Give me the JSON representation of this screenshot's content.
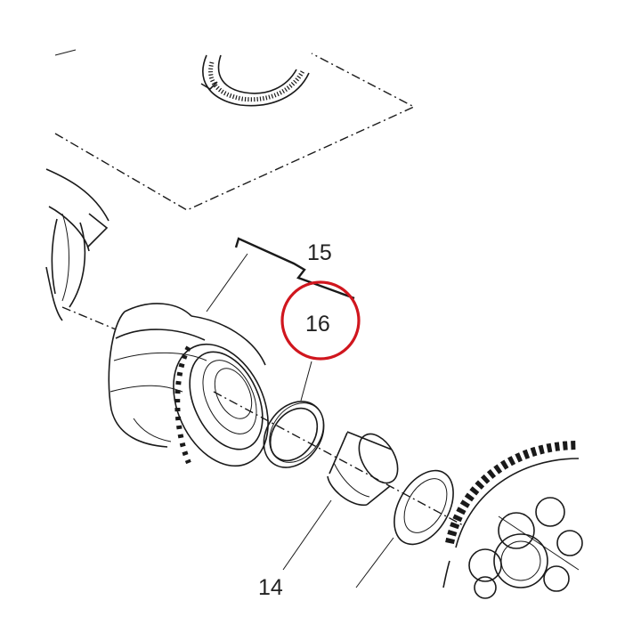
{
  "diagram": {
    "type": "exploded parts view",
    "callouts": [
      {
        "id": "15",
        "label": "15"
      },
      {
        "id": "16",
        "label": "16",
        "highlighted": true
      },
      {
        "id": "14",
        "label": "14"
      }
    ],
    "highlight_color": "#d0161e",
    "line_color": "#1a1a1a",
    "icons": [
      "bearing-ring",
      "hub-carrier",
      "seal-ring",
      "spacer-bushing",
      "washer",
      "sprocket"
    ]
  }
}
